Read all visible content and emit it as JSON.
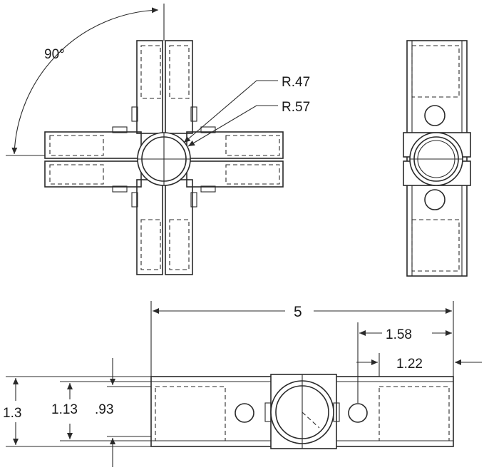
{
  "labels": {
    "angle": "90°",
    "radius_inner": "R.47",
    "radius_outer": "R.57",
    "overall_length": "5",
    "hole_offset_outer": "1.58",
    "hole_offset_inner": "1.22",
    "overall_height": "1.3",
    "mid_height": "1.13",
    "inner_height": ".93"
  }
}
